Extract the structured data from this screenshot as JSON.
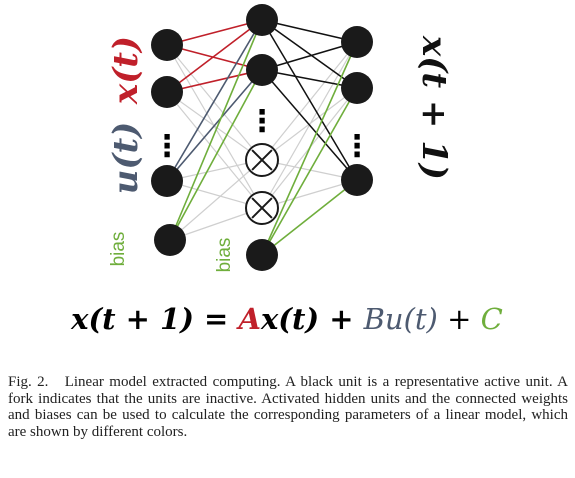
{
  "figure": {
    "labels": {
      "state_in": "x(t)",
      "input": "u(t)",
      "state_out": "x(t + 1)",
      "bias_input": "bias",
      "bias_hidden": "bias",
      "ellipsis": "⋮"
    },
    "equation": {
      "lhs": "x(t + 1) = ",
      "A": "A",
      "Ax_rest": "x(t) + ",
      "B": "Bu(t)",
      "plus": " + ",
      "C": "C"
    },
    "colors": {
      "A": "#c0202a",
      "B": "#4d5a70",
      "C": "#6fae3c",
      "inactive_link": "#cfcfcf",
      "black_link": "#111111",
      "node": "#1a1a1a"
    }
  },
  "caption": {
    "label": "Fig. 2.",
    "text": "Linear model extracted computing. A black unit is a representative active unit. A fork indicates that the units are inactive. Activated hidden units and the connected weights and biases can be used to calculate the corresponding parameters of a linear model, which are shown by different colors."
  }
}
